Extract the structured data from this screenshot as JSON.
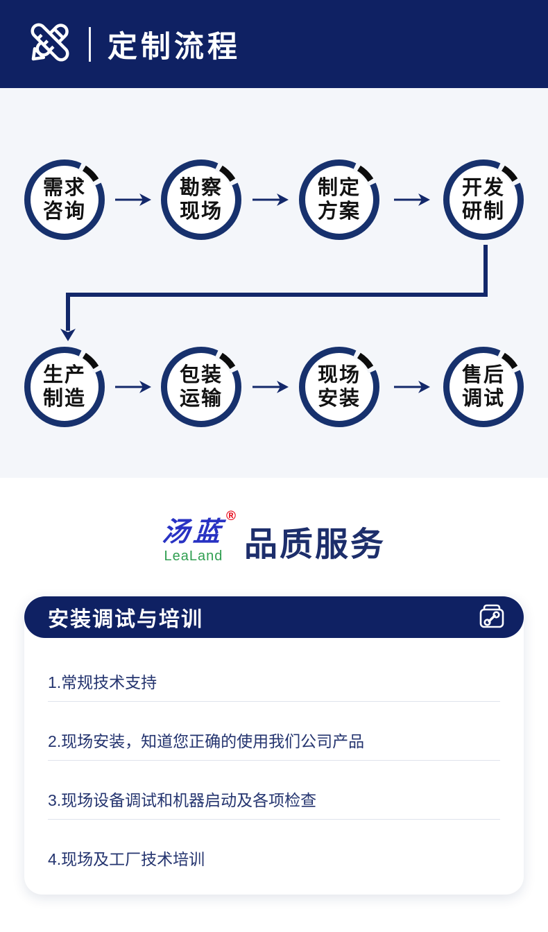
{
  "header": {
    "title": "定制流程",
    "icon": "ruler-pencil-icon"
  },
  "flow": {
    "steps": [
      {
        "lines": [
          "需求",
          "咨询"
        ]
      },
      {
        "lines": [
          "勘察",
          "现场"
        ]
      },
      {
        "lines": [
          "制定",
          "方案"
        ]
      },
      {
        "lines": [
          "开发",
          "研制"
        ]
      },
      {
        "lines": [
          "生产",
          "制造"
        ]
      },
      {
        "lines": [
          "包装",
          "运输"
        ]
      },
      {
        "lines": [
          "现场",
          "安装"
        ]
      },
      {
        "lines": [
          "售后",
          "调试"
        ]
      }
    ]
  },
  "brand": {
    "logo_cn": "汤蓝",
    "logo_en": "LeaLand",
    "registered_mark": "®",
    "section_title": "品质服务"
  },
  "service_card": {
    "title": "安装调试与培训",
    "icon": "toolbox-wrench-icon",
    "items": [
      "1.常规技术支持",
      "2.现场安装，知道您正确的使用我们公司产品",
      "3.现场设备调试和机器启动及各项检查",
      "4.现场及工厂技术培训"
    ]
  },
  "colors": {
    "primary_navy": "#0f2163",
    "ring_navy": "#17316d",
    "ring_accent_black": "#0c0c0c",
    "flow_background": "#f4f6fa",
    "arrow_navy": "#13286a",
    "logo_blue": "#2832c3",
    "logo_green": "#2f9e50",
    "logo_red": "#e60012",
    "text_navy": "#24346f"
  }
}
